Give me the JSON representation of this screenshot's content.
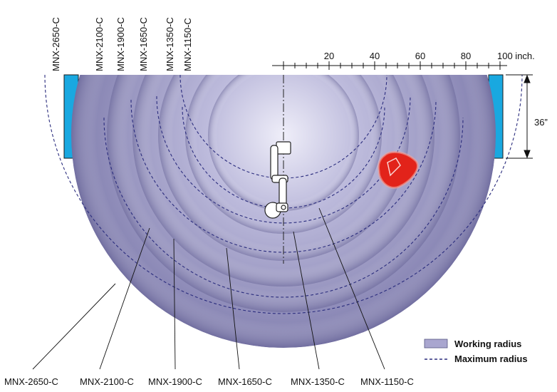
{
  "models": [
    "MNX-2650-C",
    "MNX-2100-C",
    "MNX-1900-C",
    "MNX-1650-C",
    "MNX-1350-C",
    "MNX-1150-C"
  ],
  "top_labels": [
    "MNX-2650-C",
    "MNX-2100-C",
    "MNX-1900-C",
    "MNX-1650-C",
    "MNX-1350-C",
    "MNX-1150-C"
  ],
  "bottom_labels": [
    "MNX-2650-C",
    "MNX-2100-C",
    "MNX-1900-C",
    "MNX-1650-C",
    "MNX-1350-C",
    "MNX-1150-C"
  ],
  "scale": {
    "ticks": [
      "20",
      "40",
      "60",
      "80",
      "100 inch."
    ]
  },
  "dimension": {
    "label": "36”"
  },
  "legend": {
    "working": "Working radius",
    "maximum": "Maximum radius"
  },
  "colors": {
    "disc_outer": "#8a88b8",
    "disc_inner": "#d7d6ec",
    "side_block": "#19a8e0",
    "dashed_circle": "#2b2d7e",
    "workpiece": "#e2231a",
    "legend_swatch": "#a9a6cf"
  }
}
